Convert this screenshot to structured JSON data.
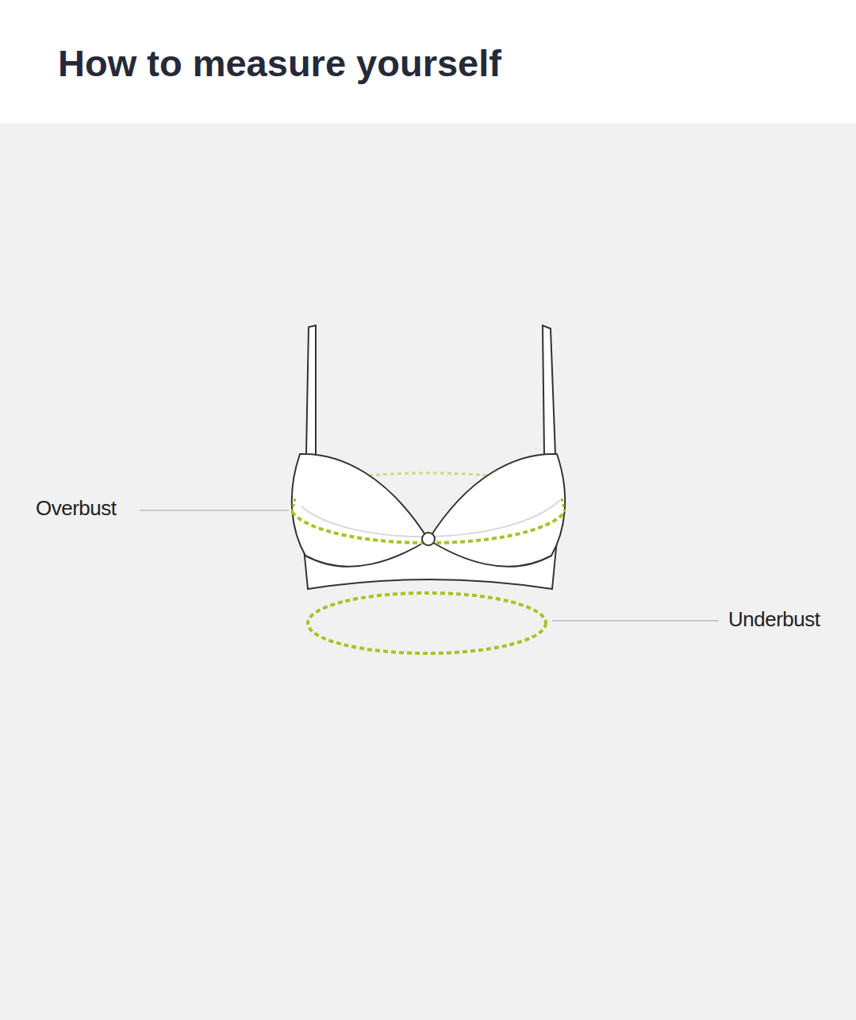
{
  "diagram": {
    "title": "How to measure yourself",
    "labels": [
      "Overbust",
      "Underbust"
    ]
  }
}
